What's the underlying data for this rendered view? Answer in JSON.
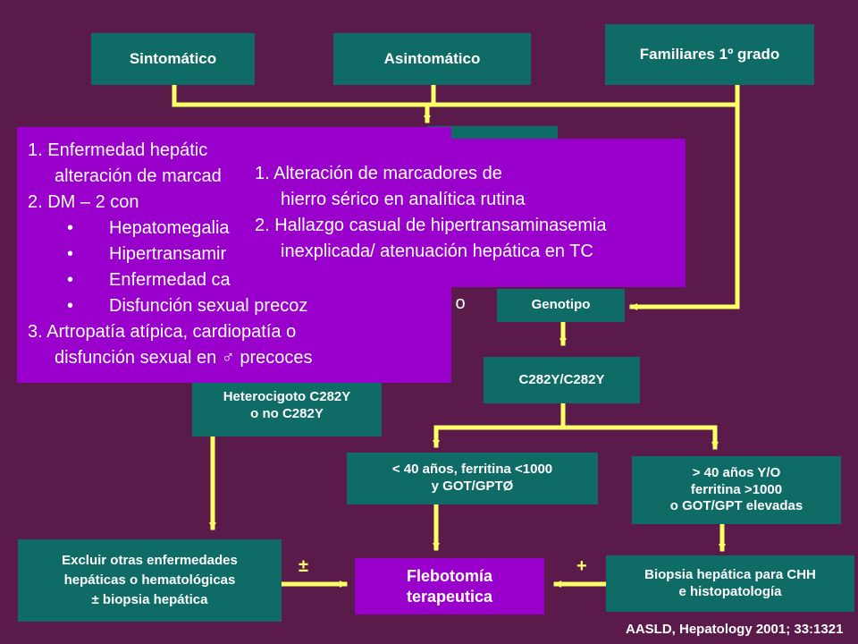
{
  "nodes": {
    "sintomatico": "Sintomático",
    "asintomatico": "Asintomático",
    "familiares": "Familiares 1º grado",
    "genotipo": "Genotipo",
    "homocigoto": "C282Y/C282Y",
    "heterocigoto": [
      "Heterocigoto C282Y",
      "o no C282Y"
    ],
    "menor40": [
      "< 40 años, ferritina <1000",
      "y GOT/GPTØ"
    ],
    "mayor40": [
      "> 40 años Y/O",
      "ferritina >1000",
      "o GOT/GPT elevadas"
    ],
    "excluir": [
      "Excluir otras enfermedades",
      "hepáticas o hematológicas",
      "± biopsia hepática"
    ],
    "flebotomia": [
      "Flebotomía",
      "terapeutica"
    ],
    "biopsia": [
      "Biopsia hepática para CHH",
      "e histopatología"
    ]
  },
  "hidden_box_fragment": "o",
  "signs": {
    "plus_minus": "±",
    "plus": "+"
  },
  "popup_sintomatico": [
    "1.   Enfermedad hepátic",
    "alteración de marcad",
    "2.  DM – 2 con",
    "Hepatomegalia",
    "Hipertransamir",
    "Enfermedad ca",
    "Disfunción sexual precoz",
    "3.    Artropatía atípica, cardiopatía o",
    "disfunción sexual en ♂ precoces"
  ],
  "popup_bullet": "•",
  "popup_asintomatico": [
    "1. Alteración de marcadores de",
    "hierro sérico en analítica rutina",
    "2. Hallazgo casual de hipertransaminasemia",
    "inexplicada/ atenuación hepática en TC"
  ],
  "citation": "AASLD, Hepatology 2001; 33:1321",
  "colors": {
    "background": "#5a1a4a",
    "teal": "#0e6b66",
    "purple": "#9900cc",
    "connector": "#ffff66"
  }
}
